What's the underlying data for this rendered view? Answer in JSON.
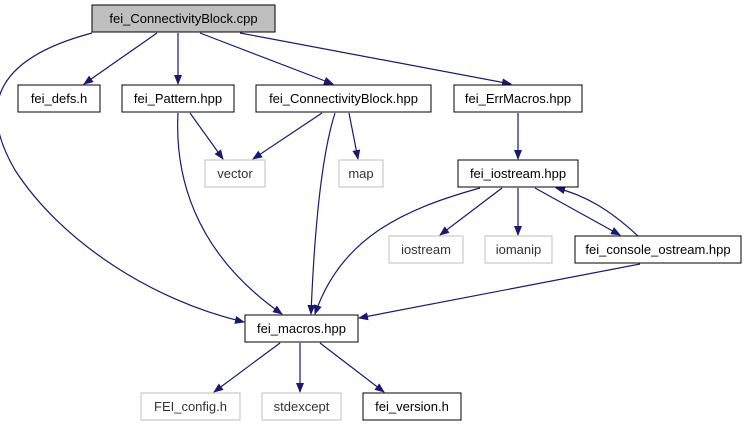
{
  "diagram": {
    "colors": {
      "edge": "#191970",
      "root_fill": "#bfbfbf",
      "node_border": "#000000",
      "external_border": "#bfbfbf",
      "background": "#ffffff"
    },
    "nodes": [
      {
        "id": "root",
        "label": "fei_ConnectivityBlock.cpp",
        "kind": "root"
      },
      {
        "id": "defs",
        "label": "fei_defs.h",
        "kind": "file"
      },
      {
        "id": "pattern",
        "label": "fei_Pattern.hpp",
        "kind": "file"
      },
      {
        "id": "cbhpp",
        "label": "fei_ConnectivityBlock.hpp",
        "kind": "file"
      },
      {
        "id": "errmacros",
        "label": "fei_ErrMacros.hpp",
        "kind": "file"
      },
      {
        "id": "vector",
        "label": "vector",
        "kind": "external"
      },
      {
        "id": "map",
        "label": "map",
        "kind": "external"
      },
      {
        "id": "iostreamhpp",
        "label": "fei_iostream.hpp",
        "kind": "file"
      },
      {
        "id": "iostream",
        "label": "iostream",
        "kind": "external"
      },
      {
        "id": "iomanip",
        "label": "iomanip",
        "kind": "external"
      },
      {
        "id": "console",
        "label": "fei_console_ostream.hpp",
        "kind": "file"
      },
      {
        "id": "macros",
        "label": "fei_macros.hpp",
        "kind": "file"
      },
      {
        "id": "config",
        "label": "FEI_config.h",
        "kind": "external"
      },
      {
        "id": "stdexcept",
        "label": "stdexcept",
        "kind": "external"
      },
      {
        "id": "version",
        "label": "fei_version.h",
        "kind": "file"
      }
    ],
    "edges": [
      {
        "from": "root",
        "to": "defs"
      },
      {
        "from": "root",
        "to": "pattern"
      },
      {
        "from": "root",
        "to": "cbhpp"
      },
      {
        "from": "root",
        "to": "errmacros"
      },
      {
        "from": "root",
        "to": "macros"
      },
      {
        "from": "pattern",
        "to": "vector"
      },
      {
        "from": "pattern",
        "to": "macros"
      },
      {
        "from": "cbhpp",
        "to": "vector"
      },
      {
        "from": "cbhpp",
        "to": "map"
      },
      {
        "from": "cbhpp",
        "to": "macros"
      },
      {
        "from": "errmacros",
        "to": "iostreamhpp"
      },
      {
        "from": "iostreamhpp",
        "to": "macros"
      },
      {
        "from": "iostreamhpp",
        "to": "iostream"
      },
      {
        "from": "iostreamhpp",
        "to": "iomanip"
      },
      {
        "from": "iostreamhpp",
        "to": "console"
      },
      {
        "from": "console",
        "to": "iostreamhpp"
      },
      {
        "from": "console",
        "to": "macros"
      },
      {
        "from": "macros",
        "to": "config"
      },
      {
        "from": "macros",
        "to": "stdexcept"
      },
      {
        "from": "macros",
        "to": "version"
      }
    ]
  }
}
